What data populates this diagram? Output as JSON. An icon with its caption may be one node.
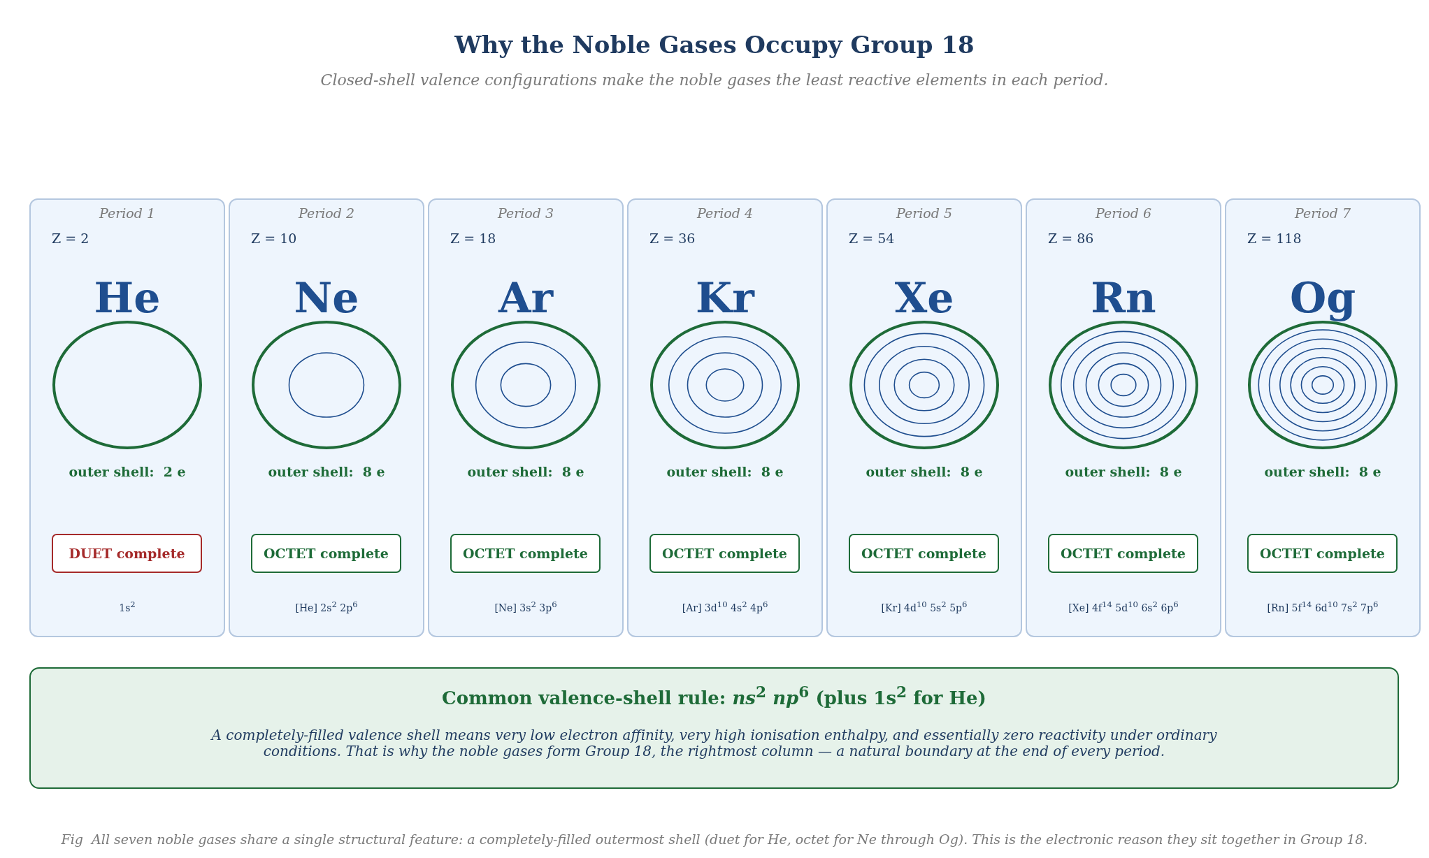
{
  "diagram": {
    "title": "Why the Noble Gases Occupy Group 18",
    "caption": "Fig  All seven noble gases share a single structural feature: a completely-filled outermost shell (duet for He, octet for Ne through Og). This is the electronic reason they sit together in Group 18.",
    "nodes": [
      {
        "text": [
          "Period 1",
          "Z = 2",
          "He",
          "outer shell:  2 e",
          "1s$^{2}$"
        ]
      },
      {
        "text": [
          "DUET complete"
        ],
        "in": 0
      },
      {
        "text": [
          "Period 2",
          "Z = 10",
          "Ne",
          "outer shell:  8 e",
          "[He] 2s$^{2}$ 2p$^{6}$"
        ]
      },
      {
        "text": [
          "OCTET complete"
        ],
        "in": 2
      },
      {
        "text": [
          "Period 3",
          "Z = 18",
          "Ar",
          "outer shell:  8 e",
          "[Ne] 3s$^{2}$ 3p$^{6}$"
        ]
      },
      {
        "text": [
          "OCTET complete"
        ],
        "in": 4
      },
      {
        "text": [
          "Period 4",
          "Z = 36",
          "Kr",
          "outer shell:  8 e",
          "[Ar] 3d$^{10}$ 4s$^{2}$ 4p$^{6}$"
        ]
      },
      {
        "text": [
          "OCTET complete"
        ],
        "in": 6
      },
      {
        "text": [
          "Period 5",
          "Z = 54",
          "Xe",
          "outer shell:  8 e",
          "[Kr] 4d$^{10}$ 5s$^{2}$ 5p$^{6}$"
        ]
      },
      {
        "text": [
          "OCTET complete"
        ],
        "in": 8
      },
      {
        "text": [
          "Period 6",
          "Z = 86",
          "Rn",
          "outer shell:  8 e",
          "[Xe] 4f$^{14}$ 5d$^{10}$ 6s$^{2}$ 6p$^{6}$"
        ]
      },
      {
        "text": [
          "OCTET complete"
        ],
        "in": 10
      },
      {
        "text": [
          "Period 7",
          "Z = 118",
          "Og",
          "outer shell:  8 e",
          "[Rn] 5f$^{14}$ 6d$^{10}$ 7s$^{2}$ 7p$^{6}$"
        ]
      },
      {
        "text": [
          "OCTET complete"
        ],
        "in": 12
      },
      {
        "text": [
          "Common valence-shell rule:  *ns*$^{2}$ *np*$^{6}$ (plus 1s$^{2}$ for He)",
          "A completely-filled valence shell means very low electron affinity, very high ionisation enthalpy, and essentially zero reactivity under ordinary conditions. That is why the noble gases form Group 18, the rightmost column — a natural boundary at the end of every period."
        ]
      }
    ],
    "labels": [
      "Closed-shell valence configurations make the noble gases the least reactive elements in each period."
    ]
  }
}
